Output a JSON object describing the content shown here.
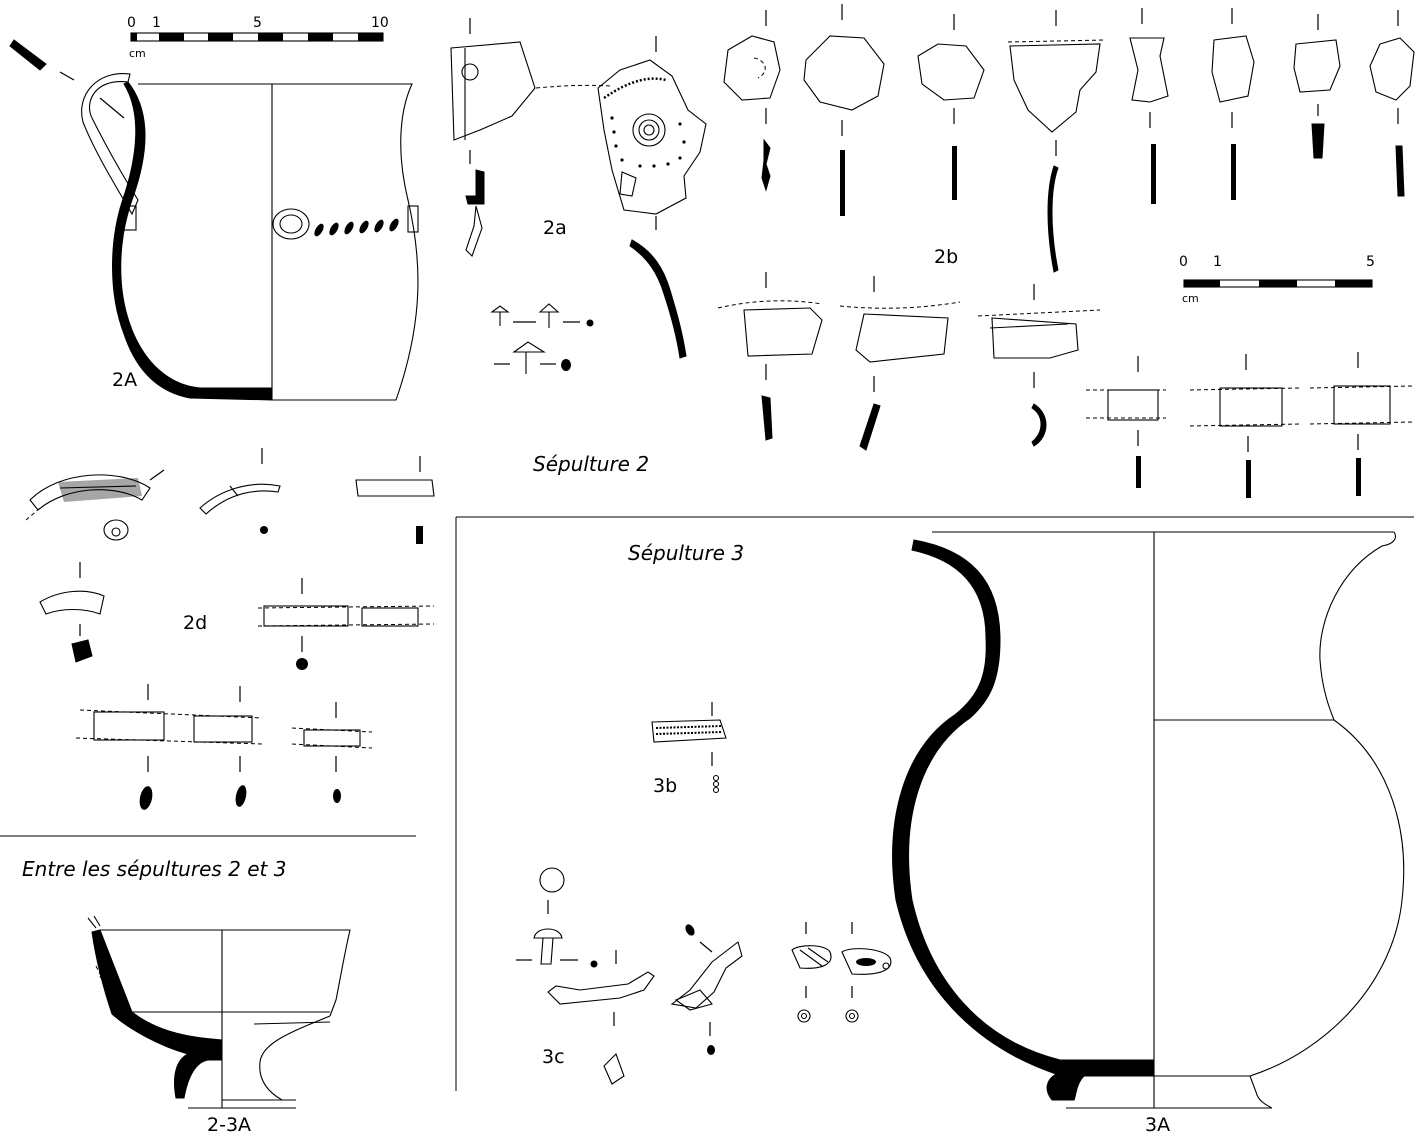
{
  "labels": {
    "vessel_2A": "2A",
    "group_2a": "2a",
    "group_2b": "2b",
    "group_2d": "2d",
    "group_3b": "3b",
    "group_3c": "3c",
    "vessel_2_3A": "2-3A",
    "vessel_3A": "3A"
  },
  "section_titles": {
    "burial_2": "Sépulture 2",
    "burial_3": "Sépulture 3",
    "between": "Entre les  sépultures 2 et 3"
  },
  "scale_large": {
    "ticks": [
      "0",
      "1",
      "5",
      "10"
    ],
    "unit": "cm"
  },
  "scale_small": {
    "ticks": [
      "0",
      "1",
      "5"
    ],
    "unit": "cm"
  }
}
